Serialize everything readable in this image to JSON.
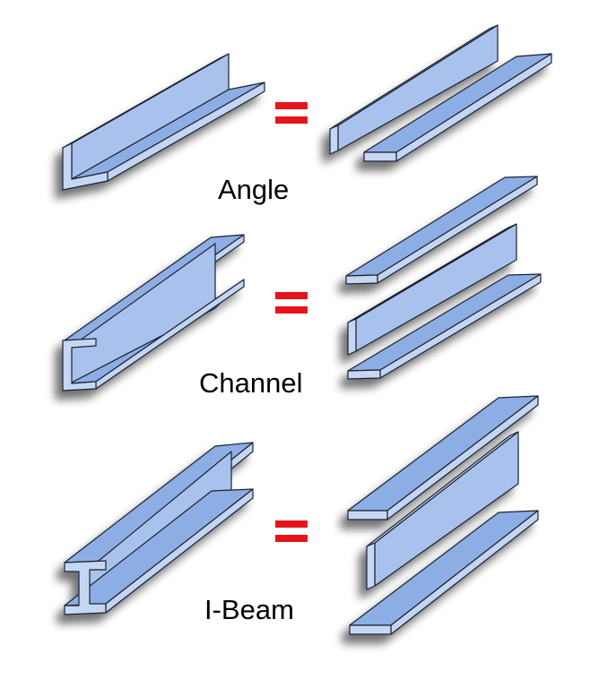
{
  "labels": {
    "angle": "Angle",
    "channel": "Channel",
    "ibeam": "I-Beam"
  },
  "colors": {
    "face_light": "#c3d5f3",
    "face_mid": "#9ab6e6",
    "face_dark": "#6f8fd0",
    "outline": "#1b2330",
    "equals_sign": "#e8141b",
    "background": "#ffffff"
  },
  "rows": [
    {
      "name": "angle",
      "shape": "angle-section",
      "equals_parts": 2
    },
    {
      "name": "channel",
      "shape": "channel-section",
      "equals_parts": 3
    },
    {
      "name": "ibeam",
      "shape": "i-beam-section",
      "equals_parts": 3
    }
  ]
}
